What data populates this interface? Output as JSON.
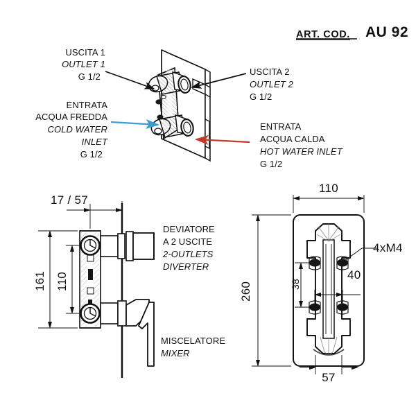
{
  "document": {
    "title": "AU 92 - Technical Drawing",
    "type": "plumbing-valve-technical-drawing"
  },
  "header": {
    "art_cod_label": "ART. COD.",
    "art_cod_value": "AU 92"
  },
  "callouts": {
    "outlet1": {
      "line1": "USCITA 1",
      "line2": "OUTLET 1",
      "line3": "G 1/2",
      "arrow_color": "#111111"
    },
    "outlet2": {
      "line1": "USCITA 2",
      "line2": "OUTLET 2",
      "line3": "G 1/2",
      "arrow_color": "#111111"
    },
    "cold_inlet": {
      "line1": "ENTRATA",
      "line2": "ACQUA FREDDA",
      "line3": "COLD WATER",
      "line4": "INLET",
      "line5": "G 1/2",
      "arrow_color": "#3a9fd0"
    },
    "hot_inlet": {
      "line1": "ENTRATA",
      "line2": "ACQUA CALDA",
      "line3": "HOT WATER INLET",
      "line4": "G 1/2",
      "arrow_color": "#c0392b"
    },
    "diverter": {
      "line1": "DEVIATORE",
      "line2": "A 2 USCITE",
      "line3": "2-OUTLETS",
      "line4": "DIVERTER"
    },
    "mixer": {
      "line1": "MISCELATORE",
      "line2": "MIXER"
    },
    "threads": {
      "label": "4xM4"
    }
  },
  "dimensions": {
    "side_view": {
      "depth": "17 / 57",
      "overall_height": "161",
      "inner_height": "110"
    },
    "front_view": {
      "width": "110",
      "height": "260",
      "hole_spacing_vertical": "38",
      "hole_spacing_horizontal": "40",
      "body_width": "57"
    }
  },
  "colors": {
    "line": "#111111",
    "cold": "#3a9fd0",
    "hot": "#c0392b",
    "paper": "#ffffff",
    "hatch": "#555555"
  }
}
